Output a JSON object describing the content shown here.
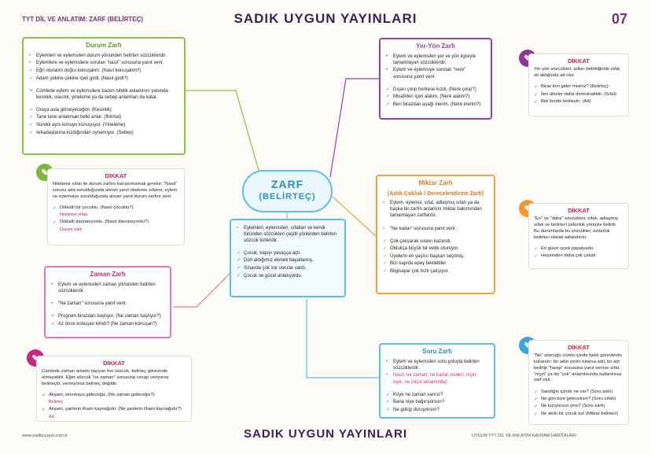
{
  "header": {
    "left": "TYT DİL VE ANLATIM: ZARF (BELİRTEÇ)",
    "center": "SADIK UYGUN YAYINLARI",
    "page": "07"
  },
  "footer": {
    "left": "www.sadikuygun.com.tr",
    "center": "SADIK UYGUN YAYINLARI",
    "right": "UYGUN TYT DİL VE ANLATIM KAVRAM HARİTALARI"
  },
  "center": {
    "title1": "ZARF",
    "title2": "(BELİRTEÇ)",
    "intro": "Eylemleri, eylemsileri, sıfatları ve kendi türünden sözcükleri çeşitli yönlerden belirten sözcük türleridir.",
    "examples": [
      "Çocuk, kapıyı yavaşça açtı.",
      "Dün aldığımız ekmek bayatlamış.",
      "Sınavda çok zor sorular vardı.",
      "Çocuk ne güzel anlatıyordu."
    ]
  },
  "durum": {
    "title": "Durum Zarfı",
    "items": [
      "Eylemleri ve eylemsileri durum yönünden belirten sözcüklerdir.",
      "Eylemlere ve eylemsilere sorulan \"nasıl\" sorusuna yanıt verir.",
      "Eğri oturalım doğru konuşalım. (Nasıl konuşalım?)",
      "Adam çekine çekine içeri girdi. (Nasıl girdi?)"
    ],
    "note": "Cümlede eylem ve eylemsilere bazen nitelik anlamının yanında kesinlik, olasılık, yineleme ya da sebep anlamları da katar.",
    "ex": [
      "Oraya asla gitmeyeceğim. (Kesinlik)",
      "Tane tane anlatırsan belki anlar. (İhtimal)",
      "Sürekli aynı konuyu konuşuyor. (Yineleme)",
      "Arkadaşlarına kızdığından oynamıyor. (Sebep)"
    ]
  },
  "dikkat1": {
    "title": "DİKKAT",
    "text": "Niteleme sıfatı ile durum zarfını karıştırmamak gerekir: \"Nasıl\" sorusu ada sorulduğunda alınan yanıt niteleme sıfatını, eylem ve eylemsiye sorulduğunda alınan yanıt durum zarfını verir.",
    "ex1": "Dikkatli bir çocuktu. (Nasıl çocuktu?)",
    "n1": "Niteleme sıfatı",
    "ex2": "Dikkatli davranıyordu. (Nasıl davranıyordu?)",
    "n2": "Durum zarfı"
  },
  "yer": {
    "title": "Yer-Yön Zarfı",
    "items": [
      "Eylem ve eylemsileri yer ve yön ilgisiyle tamamlayan sözcüklerdir.",
      "Eylem ve eylemsiye sorulan \"nere\" sorusuna yanıt verir."
    ],
    "ex": [
      "Dışarı çıkıp herkese kızdı. (Nere çıkıp?)",
      "Misafirleri içeri alalım. (Nere alalım?)",
      "Ben birazdan aşağı inerim. (Nere inerim?)"
    ]
  },
  "dikkat2": {
    "title": "DİKKAT",
    "text": "Yer-yön sözcükleri, adları belirttiğinde sıfat; ek aldığında ad olur.",
    "ex": [
      "Biraz ileri gider misiniz? (Belirteç)",
      "İleri ülkeler daha demokratiktir. (Sıfat)",
      "Bizi ileride bekleyin. (Ad)"
    ]
  },
  "miktar": {
    "title": "Miktar Zarfı",
    "sub": "(Azlık-Çokluk / Derecelendirme Zarfı)",
    "items": [
      "Eylem, eylemsi, sıfat, adlaşmış sıfatı ya da başka bir zarfın anlamını miktar bakımından tamamlayan zarflardır.",
      "\"Ne kadar\" sorusuna yanıt verir."
    ],
    "ex": [
      "Çok çalışarak sınavı kazandı.",
      "Oldukça büyük bir evde oturuyor.",
      "Üyelerin en yaşlısı başkan seçilmiş.",
      "Bizi kapıda epey beklettiler.",
      "Bilgisayar çok hızlı çalışıyor."
    ]
  },
  "dikkat3": {
    "title": "DİKKAT",
    "text": "\"En\" ve \"daha\" sözcükleri; sıfatı, adlaşmış sıfatı ve belirteci üstünlük yönüyle belirtir. Bu durumlarda bu sözcükler, üstünlük belirteci olarak adlandırılır.",
    "ex": [
      "En güzel çiçek papatyadır.",
      "Hepsinden daha çok çalıştı."
    ]
  },
  "zaman": {
    "title": "Zaman Zarfı",
    "items": [
      "Eylem ve eylemsileri zaman yönünden belirten sözcüklerdir.",
      "\"Ne zaman\" sorusuna yanıt verir."
    ],
    "ex": [
      "Program birazdan başlıyor. (Ne zaman başlıyor?)",
      "Az önce konuşan kimdi? (Ne zaman konuşan?)"
    ]
  },
  "dikkat4": {
    "title": "DİKKAT",
    "text": "Cümlede zaman anlamı taşıyan her sözcük, belirteç görevinde olmayabilir. Eğer sözcük \"ne zaman\" sorusuna cevap veriyorsa belirteçtir, vermiyorsa belirteç değildir.",
    "ex1": "Akşam, sinemaya gideceğiz. (Ne zaman gideceğiz?)",
    "n1": "Belirteç",
    "ex2": "Akşam, şairlerin ilham kaynağıdır. (Ne şairlerin ilham kaynağıdır?)",
    "n2": "Ad"
  },
  "soru": {
    "title": "Soru Zarfı",
    "items": [
      "Eylem ve eylemsileri soru yoluyla belirten sözcüklerdir.",
      "Nasıl, ne zaman, ne kadar, neden, niçin, niye, ne (niçin anlamında)"
    ],
    "ex": [
      "Köye ne zaman varırız?",
      "Bana niye bağırıyorsun?",
      "Ne gülüp duruyorsun?"
    ]
  },
  "dikkat5": {
    "title": "DİKKAT",
    "text": "\"Ne\" sözcüğü cümle içinde farklı görevlerde kullanılır: bir adın yerini tutarsa adıl, bir adı belirtip \"hangi\" sorusuna yanıt verirse sıfat, \"niçin\" ya da \"çok\" anlamlarında kullanılırsa zarf olur.",
    "ex": [
      "Sandığın içinde ne var? (Soru adılı)",
      "Ne gün bize geleceksin? (Soru sıfatı)",
      "Ne kızıyorsun yine? (Soru zarfı)",
      "Ne akıllı bir çocuk bu! (Miktar belirteci)"
    ]
  }
}
